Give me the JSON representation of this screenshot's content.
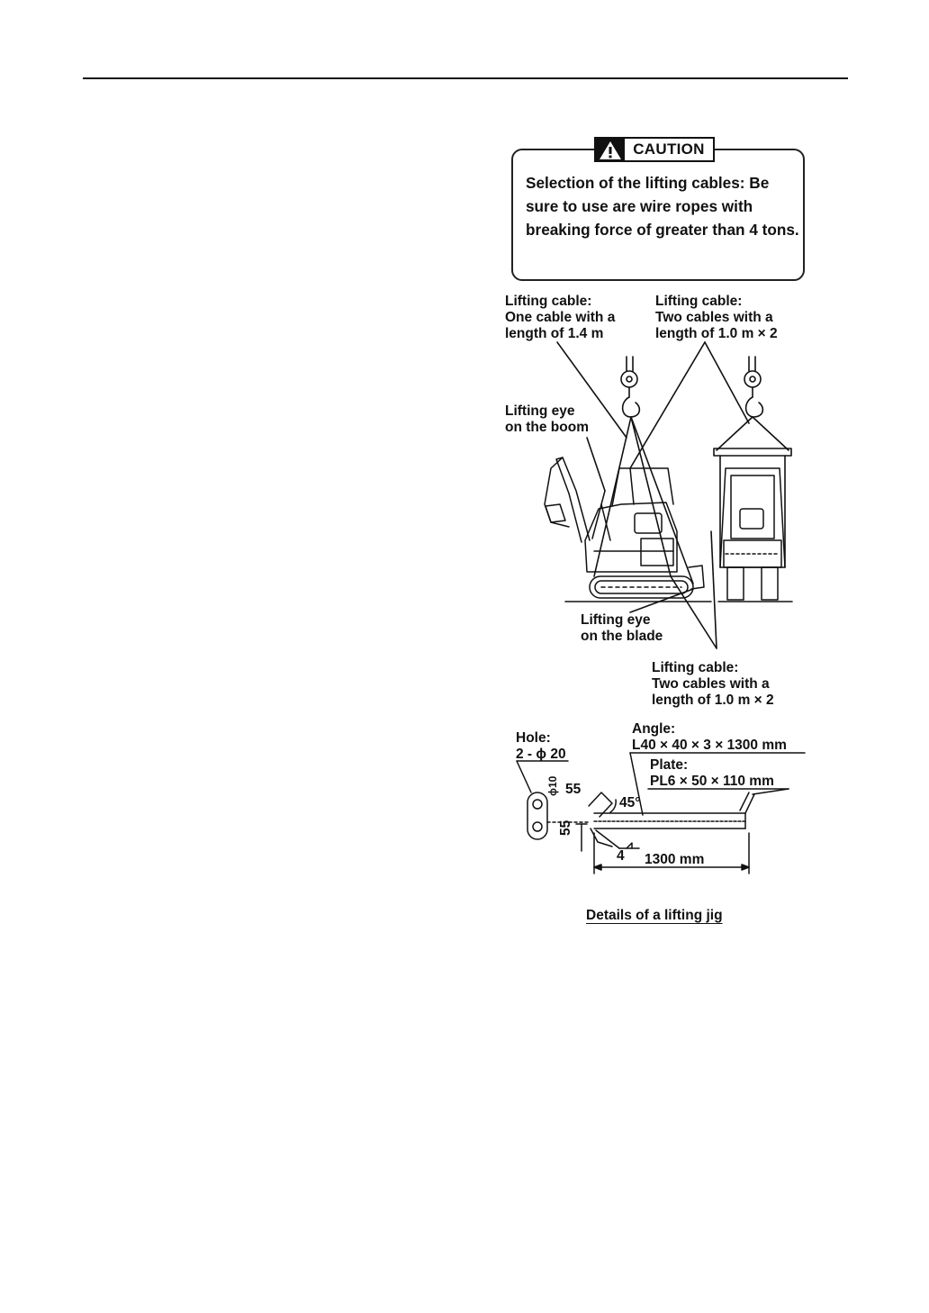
{
  "caution": {
    "badge": "CAUTION",
    "text": "Selection of the lifting cables: Be sure to use are wire ropes with breaking force of greater than 4 tons."
  },
  "labels": {
    "cable_one_l1": "Lifting cable:",
    "cable_one_l2": "One cable with a",
    "cable_one_l3": "length of 1.4 m",
    "cable_two_l1": "Lifting cable:",
    "cable_two_l2": "Two cables with a",
    "cable_two_l3": "length of 1.0 m × 2",
    "eye_boom_l1": "Lifting eye",
    "eye_boom_l2": "on the boom",
    "eye_blade_l1": "Lifting eye",
    "eye_blade_l2": "on the blade",
    "cable_lower_l1": "Lifting cable:",
    "cable_lower_l2": "Two cables with a",
    "cable_lower_l3": "length of 1.0 m × 2"
  },
  "jig": {
    "hole_l1": "Hole:",
    "hole_l2": "2 - ϕ 20",
    "angle_l1": "Angle:",
    "angle_l2": "L40 × 40 × 3 × 1300 mm",
    "plate_l1": "Plate:",
    "plate_l2": "PL6 × 50 × 110 mm",
    "dim_55_top": "55",
    "dim_55_side": "55",
    "dim_45": "45°",
    "dim_4": "4",
    "dim_1300": "1300 mm",
    "hole_label": "ϕ10",
    "caption": "Details of a lifting jig"
  }
}
